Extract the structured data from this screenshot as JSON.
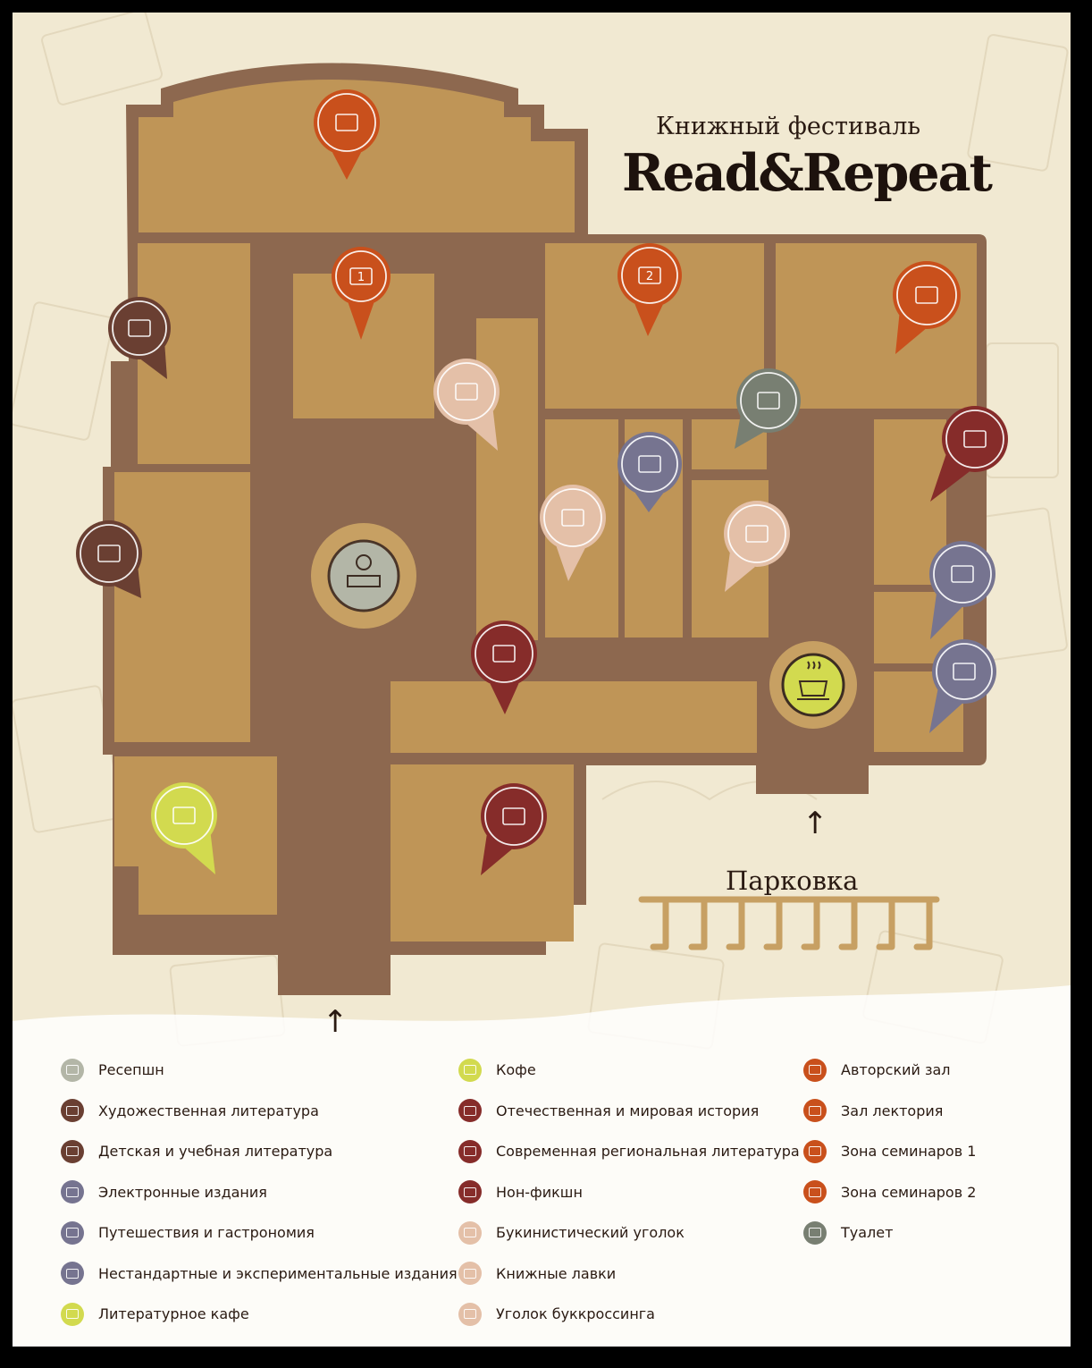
{
  "title": {
    "subtitle": "Книжный фестиваль",
    "name": "Read&Repeat"
  },
  "parking_label": "Парковка",
  "colors": {
    "background": "#f1e9d2",
    "wall": "#8d684f",
    "room": "#bf9557",
    "reception": "#b3b6a7",
    "coffee": "#d2da4f",
    "fiction": "#6a3f32",
    "ebooks": "#767490",
    "history": "#862c2a",
    "antique": "#e4c0a8",
    "auditorium": "#c9501c",
    "toilet": "#787f72"
  },
  "map": {
    "pins": [
      {
        "name": "lecture-hall-pin",
        "icon": "lecture-seats-icon",
        "color": "#c9501c"
      },
      {
        "name": "seminar-zone-1-pin",
        "icon": "seminar-1-icon",
        "color": "#c9501c",
        "badge": "1"
      },
      {
        "name": "seminar-zone-2-pin",
        "icon": "seminar-2-icon",
        "color": "#c9501c",
        "badge": "2"
      },
      {
        "name": "author-hall-pin",
        "icon": "author-hall-icon",
        "color": "#c9501c"
      },
      {
        "name": "childrens-literature-pin",
        "icon": "abc-blocks-icon",
        "color": "#6a3f32"
      },
      {
        "name": "fiction-pin",
        "icon": "quill-book-icon",
        "color": "#6a3f32"
      },
      {
        "name": "book-stalls-pin",
        "icon": "bookshop-icon",
        "color": "#e4c0a8"
      },
      {
        "name": "toilet-pin",
        "icon": "toilet-icon",
        "color": "#787f72"
      },
      {
        "name": "travel-gastronomy-pin",
        "icon": "open-book-icon",
        "color": "#767490"
      },
      {
        "name": "antique-corner-pin",
        "icon": "old-book-icon",
        "color": "#e4c0a8"
      },
      {
        "name": "bookcrossing-pin",
        "icon": "book-exchange-icon",
        "color": "#e4c0a8"
      },
      {
        "name": "regional-literature-pin",
        "icon": "globe-pin-icon",
        "color": "#862c2a"
      },
      {
        "name": "ebooks-pin",
        "icon": "tablet-icon",
        "color": "#767490"
      },
      {
        "name": "experimental-pin",
        "icon": "experimental-book-icon",
        "color": "#767490"
      },
      {
        "name": "history-pin",
        "icon": "history-globe-icon",
        "color": "#862c2a"
      },
      {
        "name": "nonfiction-pin",
        "icon": "book-magnifier-icon",
        "color": "#862c2a"
      },
      {
        "name": "literary-cafe-pin",
        "icon": "serving-cloche-icon",
        "color": "#d2da4f"
      }
    ],
    "circles": [
      {
        "name": "reception-marker",
        "icon": "reception-desk-icon",
        "color": "#b3b6a7"
      },
      {
        "name": "coffee-marker",
        "icon": "coffee-cup-icon",
        "color": "#d2da4f"
      }
    ]
  },
  "legend": {
    "columns": [
      [
        {
          "label": "Ресепшн",
          "color": "#b3b6a7",
          "icon": "reception-desk-icon"
        },
        {
          "label": "Художественная литература",
          "color": "#6a3f32",
          "icon": "quill-book-icon"
        },
        {
          "label": "Детская и учебная литература",
          "color": "#6a3f32",
          "icon": "abc-blocks-icon"
        },
        {
          "label": "Электронные издания",
          "color": "#767490",
          "icon": "tablet-icon"
        },
        {
          "label": "Путешествия и гастрономия",
          "color": "#767490",
          "icon": "open-book-icon"
        },
        {
          "label": "Нестандартные и экспериментальные издания",
          "color": "#767490",
          "icon": "experimental-book-icon"
        },
        {
          "label": "Литературное кафе",
          "color": "#d2da4f",
          "icon": "serving-cloche-icon"
        }
      ],
      [
        {
          "label": "Кофе",
          "color": "#d2da4f",
          "icon": "coffee-cup-icon"
        },
        {
          "label": "Отечественная и мировая история",
          "color": "#862c2a",
          "icon": "history-globe-icon"
        },
        {
          "label": "Современная региональная литература",
          "color": "#862c2a",
          "icon": "globe-pin-icon"
        },
        {
          "label": "Нон-фикшн",
          "color": "#862c2a",
          "icon": "book-magnifier-icon"
        },
        {
          "label": "Букинистический уголок",
          "color": "#e4c0a8",
          "icon": "old-book-icon"
        },
        {
          "label": "Книжные лавки",
          "color": "#e4c0a8",
          "icon": "bookshop-icon"
        },
        {
          "label": "Уголок буккроссинга",
          "color": "#e4c0a8",
          "icon": "book-exchange-icon"
        }
      ],
      [
        {
          "label": "Авторский зал",
          "color": "#c9501c",
          "icon": "author-hall-icon"
        },
        {
          "label": "Зал лектория",
          "color": "#c9501c",
          "icon": "lecture-seats-icon"
        },
        {
          "label": "Зона семинаров 1",
          "color": "#c9501c",
          "icon": "seminar-1-icon"
        },
        {
          "label": "Зона семинаров 2",
          "color": "#c9501c",
          "icon": "seminar-2-icon"
        },
        {
          "label": "Туалет",
          "color": "#787f72",
          "icon": "toilet-icon"
        }
      ]
    ]
  }
}
